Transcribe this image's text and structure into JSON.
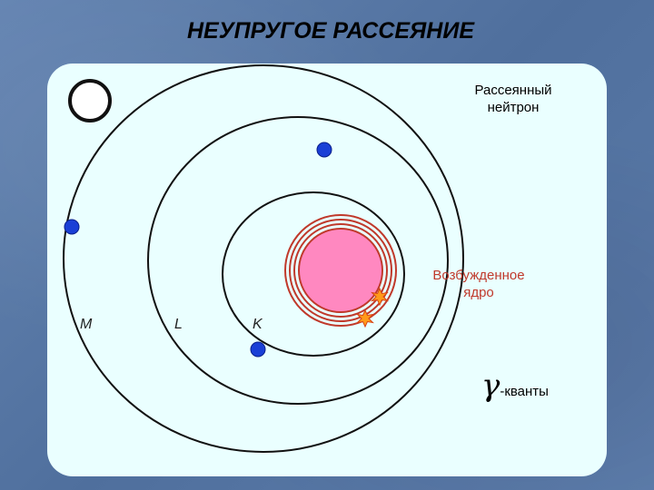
{
  "title": "НЕУПРУГОЕ РАССЕЯНИЕ",
  "labels": {
    "scattered_neutron": [
      "Рассеянный",
      "нейтрон"
    ],
    "excited_nucleus": [
      "Возбужденное",
      "ядро"
    ],
    "shell_m": "M",
    "shell_l": "L",
    "shell_k": "K",
    "gamma_symbol": "γ",
    "gamma_text": "-кванты"
  },
  "colors": {
    "panel": "#eaffff",
    "nucleus": "#ff88c0",
    "nucleus_rings": "#c0392b",
    "electron": "#1a3fd6",
    "gamma": "#ff9a1a",
    "neutron": "#ffffff"
  }
}
